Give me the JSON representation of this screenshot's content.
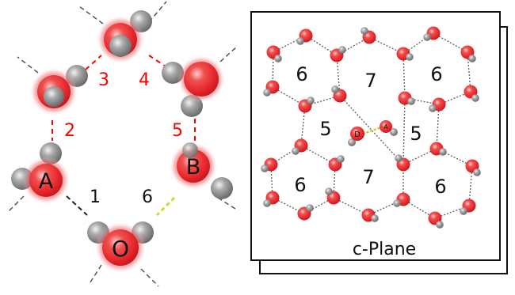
{
  "ring": {
    "atoms": {
      "a": "A",
      "b": "B",
      "o": "O"
    },
    "bonds": [
      "1",
      "2",
      "3",
      "4",
      "5",
      "6"
    ]
  },
  "lattice": {
    "cells": [
      "6",
      "7",
      "6",
      "5",
      "5",
      "6",
      "7",
      "6"
    ],
    "donor": "D",
    "acceptor": "A",
    "plane": "c-Plane"
  },
  "colors": {
    "oxygen": "#e8262b",
    "hydrogen": "#8a8a8a",
    "bond_red": "#ff0000",
    "bond_dark": "#222222",
    "bond_yellow": "#d6d62a"
  }
}
